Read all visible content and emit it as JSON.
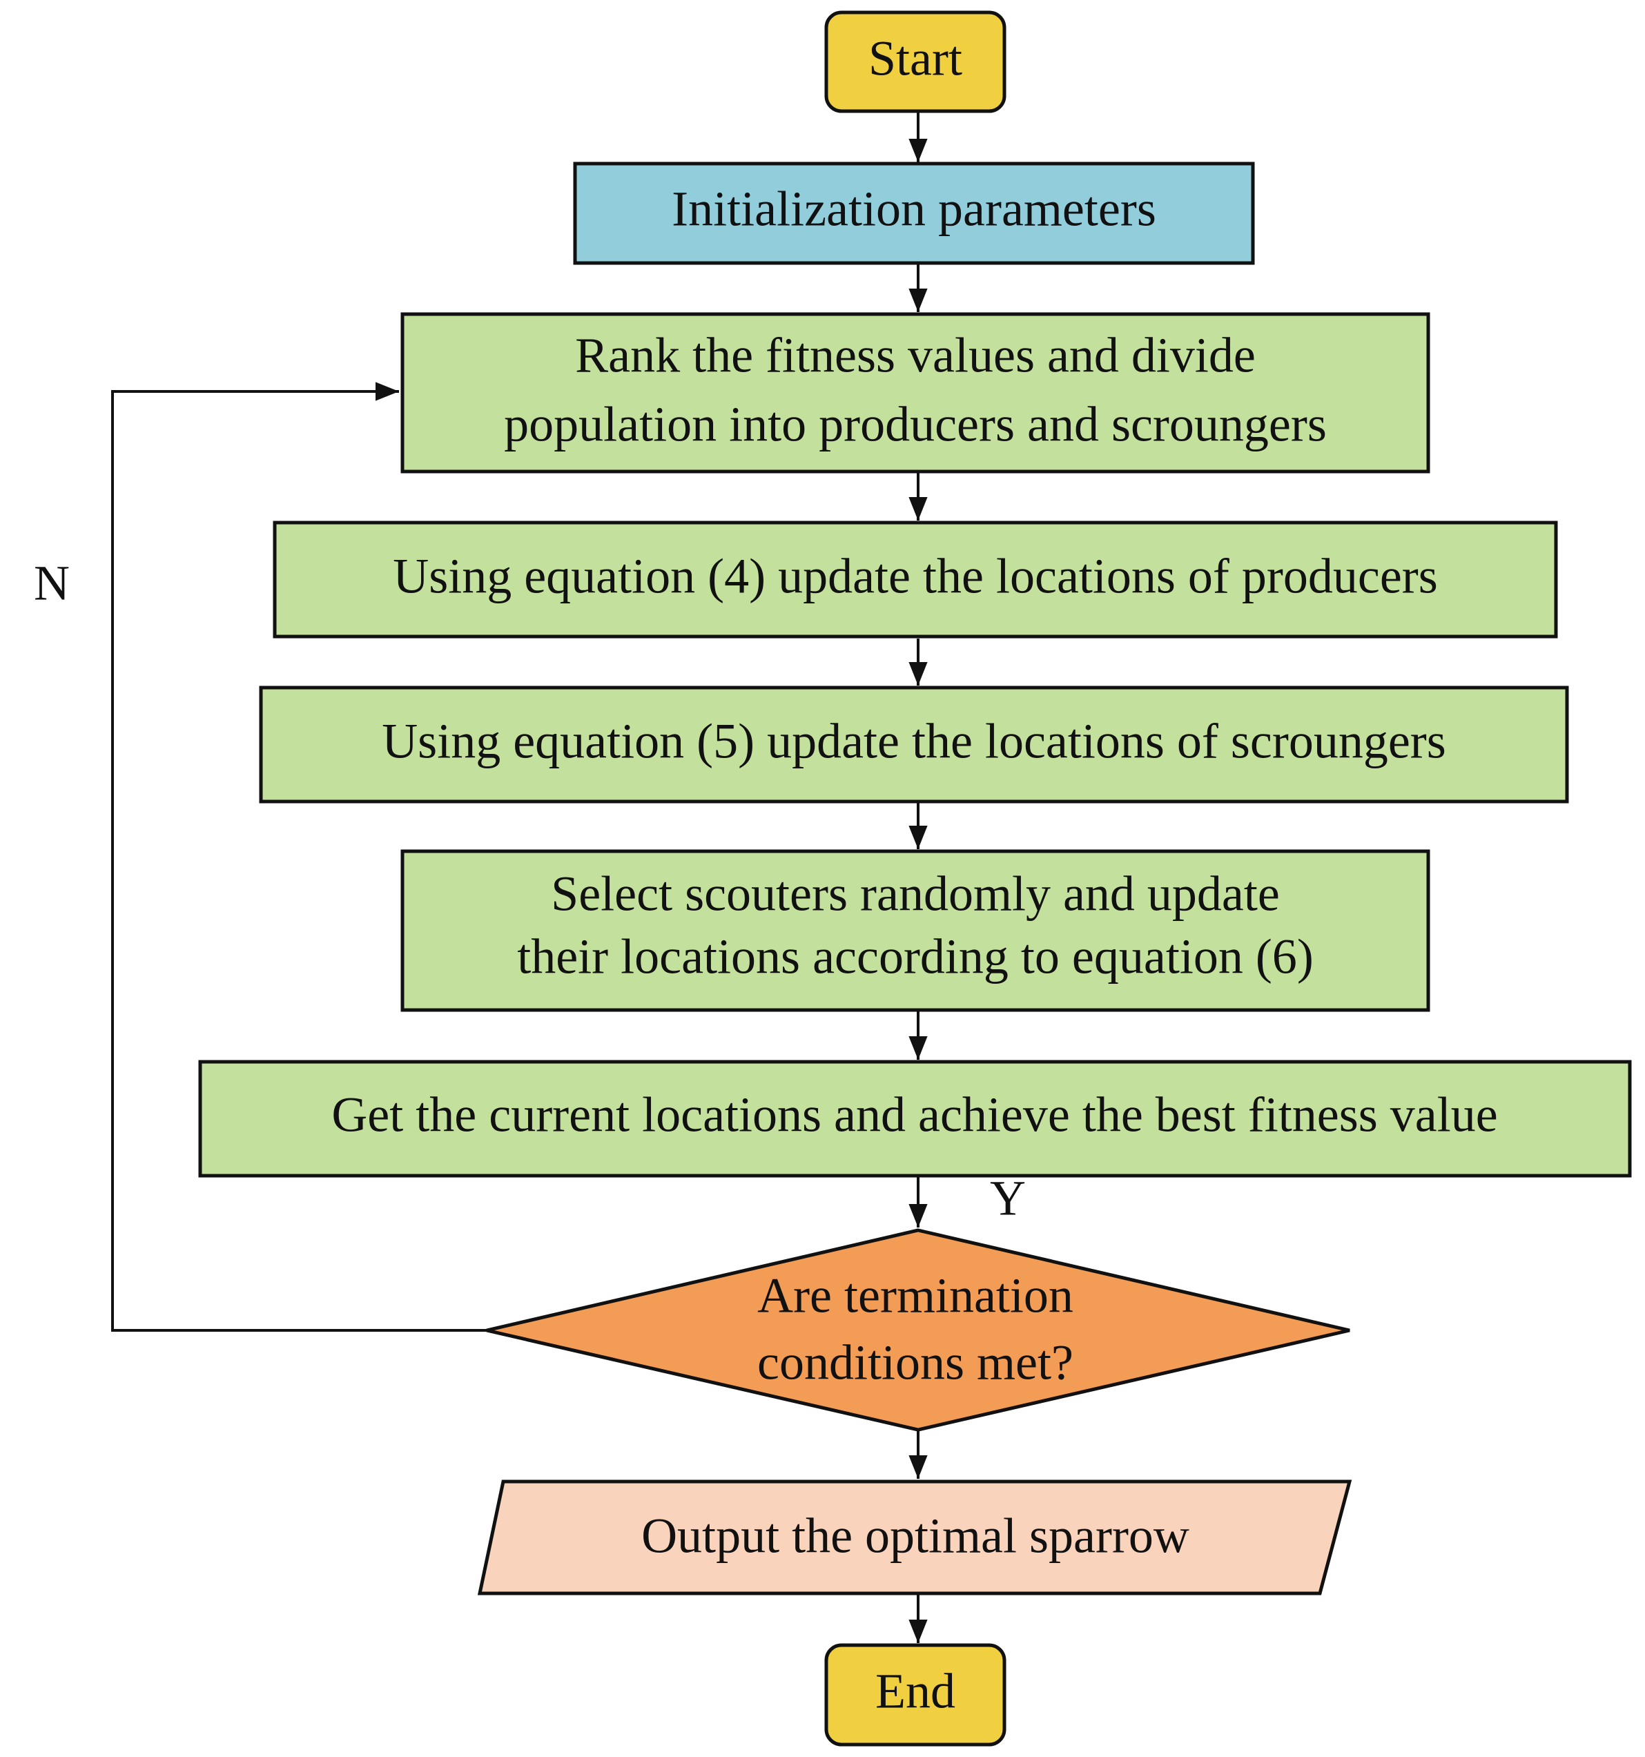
{
  "nodes": {
    "start": {
      "label": "Start",
      "color": "#F0D040"
    },
    "init": {
      "label": "Initialization parameters",
      "color": "#92CDDC"
    },
    "rank": {
      "line1": "Rank the fitness values and divide",
      "line2": "population into producers and scroungers",
      "color": "#C4E09D"
    },
    "producers": {
      "label": "Using equation (4) update the locations of producers",
      "color": "#C4E09D"
    },
    "scroungers": {
      "label": "Using equation (5) update the locations of scroungers",
      "color": "#C4E09D"
    },
    "scouters": {
      "line1": "Select scouters randomly and update",
      "line2": "their locations according to equation (6)",
      "color": "#C4E09D"
    },
    "best": {
      "label": "Get the current locations and achieve the best fitness value",
      "color": "#C4E09D"
    },
    "decision": {
      "line1": "Are termination",
      "line2": "conditions met?",
      "color": "#F39C55"
    },
    "output": {
      "label": "Output the optimal sparrow",
      "color": "#F9D3BB"
    },
    "end": {
      "label": "End",
      "color": "#F0D040"
    }
  },
  "branches": {
    "no": "N",
    "yes": "Y"
  },
  "line_color": "#111111"
}
